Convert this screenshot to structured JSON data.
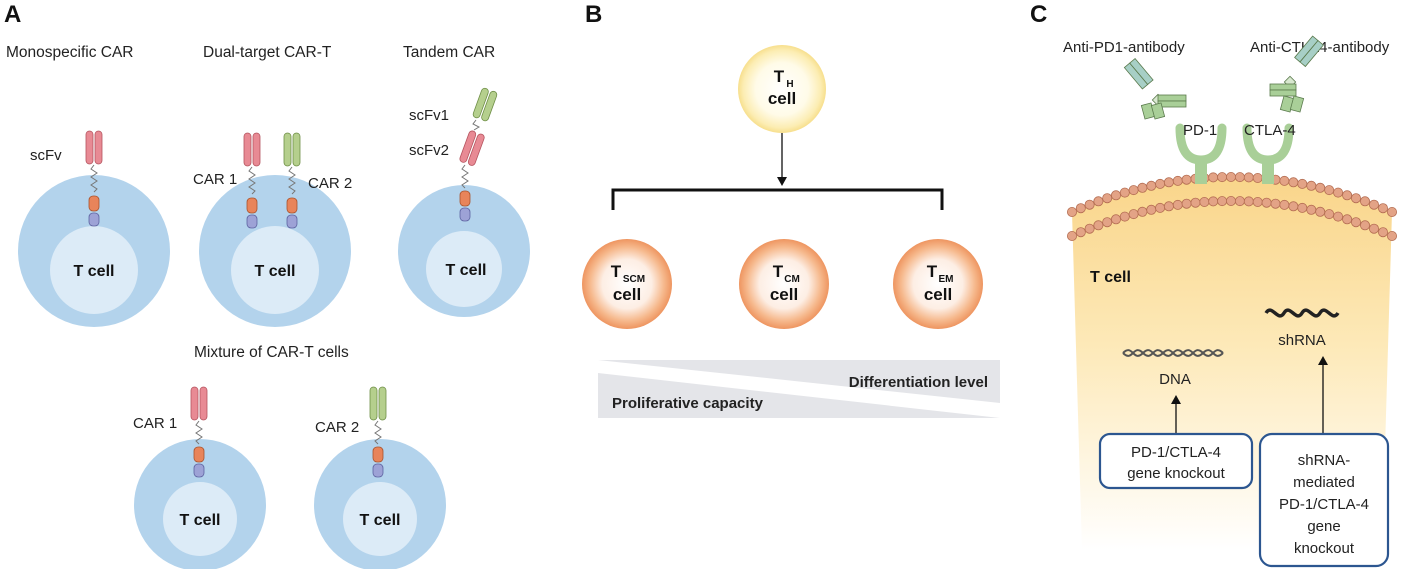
{
  "panel_a": {
    "letter": "A",
    "mono_title": "Monospecific CAR",
    "dual_title": "Dual-target CAR-T",
    "tandem_title": "Tandem CAR",
    "mixture_title": "Mixture of CAR-T cells",
    "scfv": "scFv",
    "scfv1": "scFv1",
    "scfv2": "scFv2",
    "car1": "CAR 1",
    "car2": "CAR 2",
    "tcell": "T cell"
  },
  "panel_b": {
    "letter": "B",
    "th": {
      "main": "T",
      "sub": "H",
      "cell": "cell"
    },
    "tscm": {
      "main": "T",
      "sub": "SCM",
      "cell": "cell"
    },
    "tcm": {
      "main": "T",
      "sub": "CM",
      "cell": "cell"
    },
    "tem": {
      "main": "T",
      "sub": "EM",
      "cell": "cell"
    },
    "differentiation": "Differentiation level",
    "proliferative": "Proliferative capacity"
  },
  "panel_c": {
    "letter": "C",
    "anti_pd1": "Anti-PD1-antibody",
    "anti_ctla4": "Anti-CTLA4-antibody",
    "pd1": "PD-1",
    "ctla4": "CTLA-4",
    "tcell": "T cell",
    "dna": "DNA",
    "shrna": "shRNA",
    "box1": [
      "PD-1/CTLA-4",
      "gene knockout"
    ],
    "box2": [
      "shRNA-",
      "mediated",
      "PD-1/CTLA-4",
      "gene",
      "knockout"
    ]
  },
  "colors": {
    "cell_outer": "#b3d3ec",
    "cell_inner": "#dcebf7",
    "car_red": "#e88a94",
    "car_green": "#b5cf8d",
    "hinge_orange": "#e8845a",
    "hinge_purple": "#9da2d6",
    "sphere_orange": "#f2a06a",
    "sphere_yellow": "#fbe8a0",
    "receptor_green": "#a9cf98",
    "membrane_head": "#e3a386",
    "box_border": "#2c5690"
  }
}
